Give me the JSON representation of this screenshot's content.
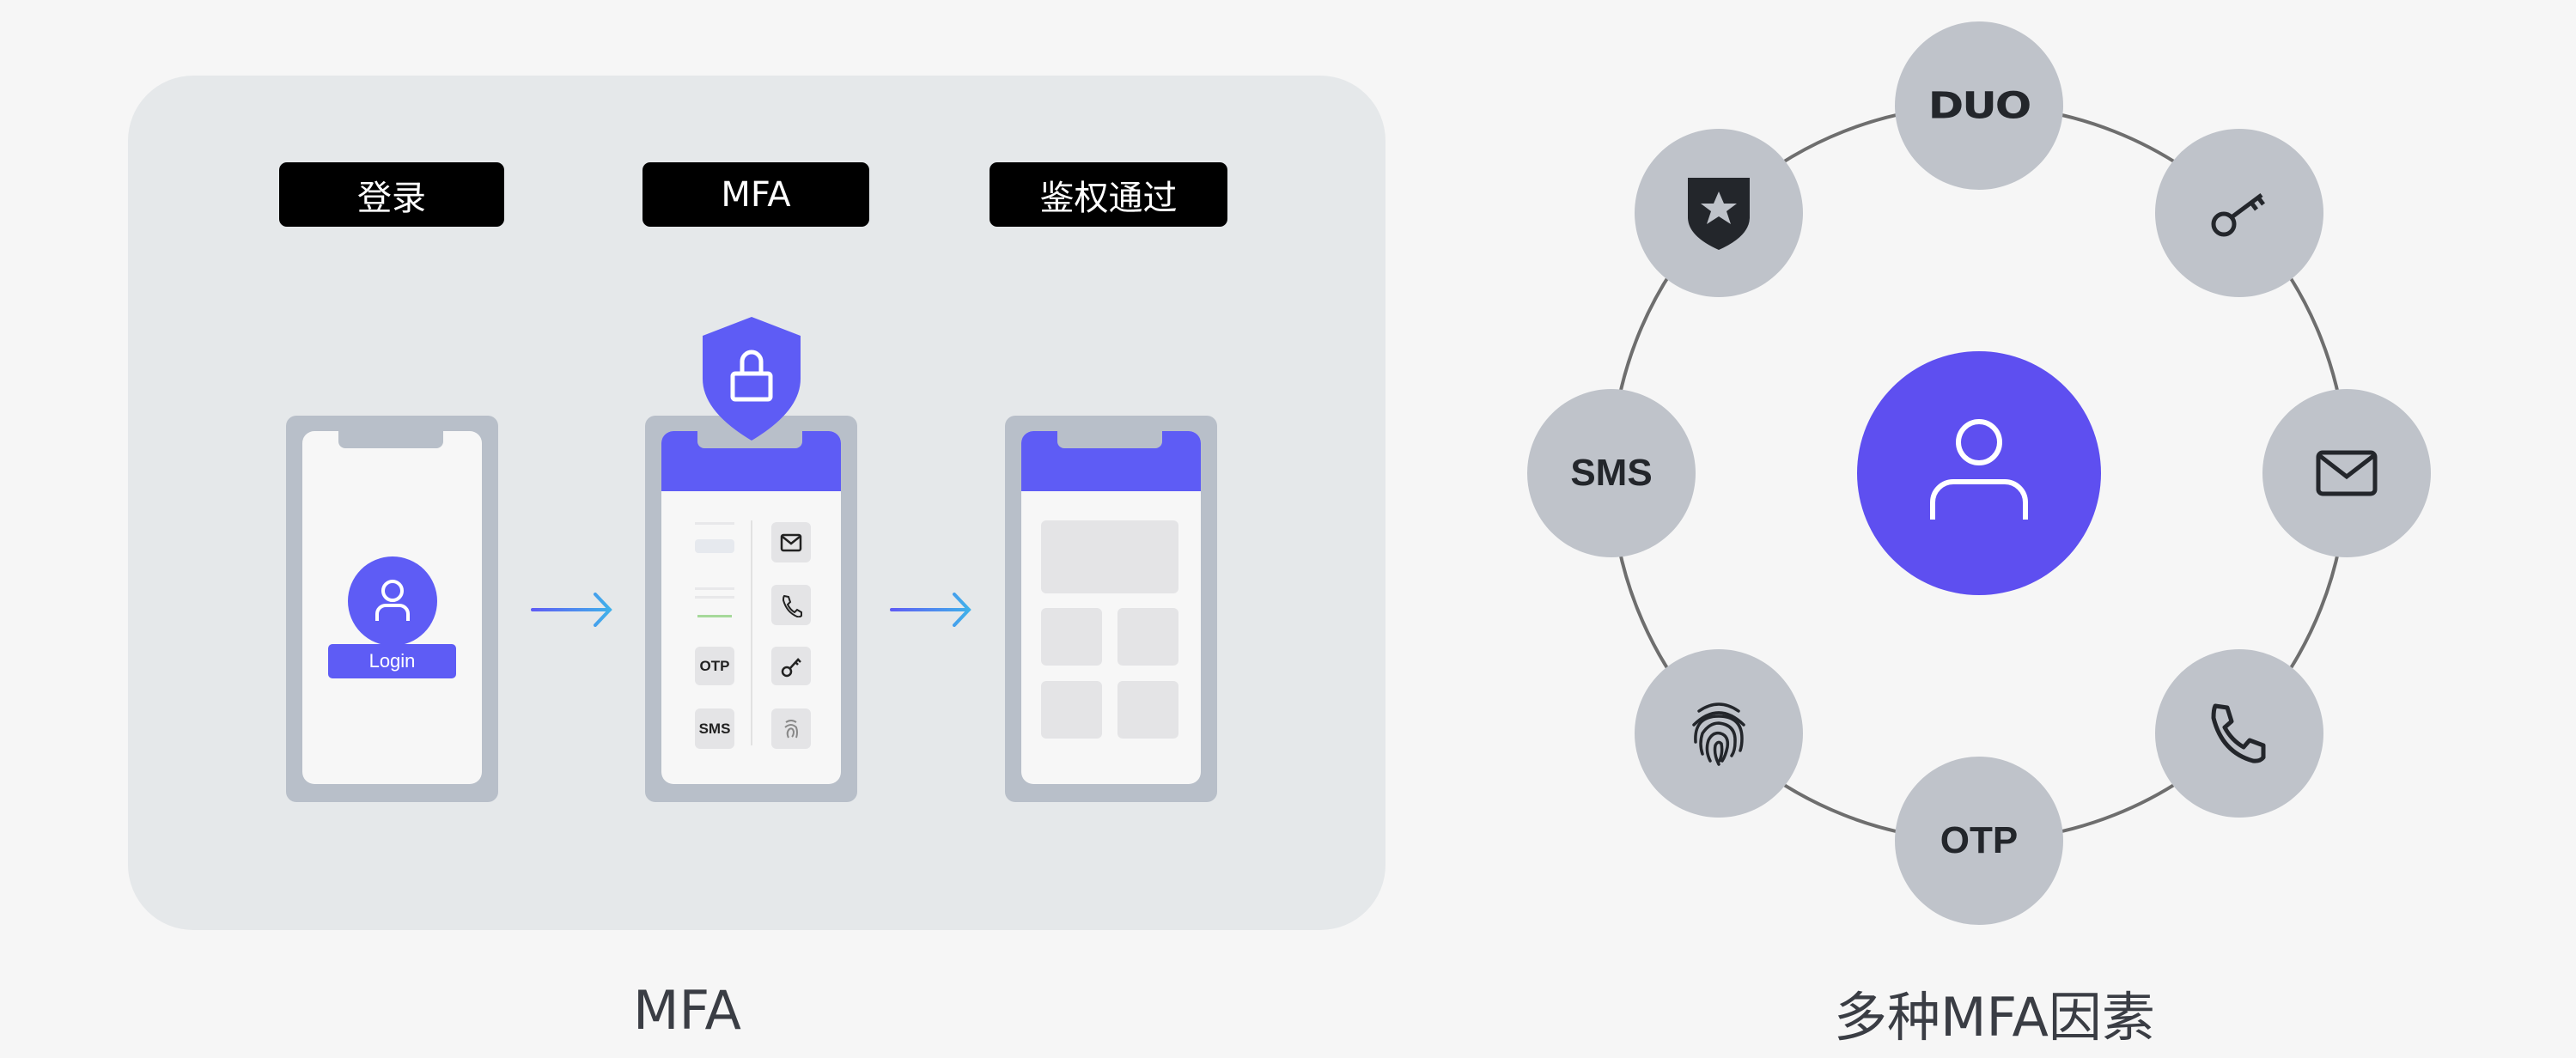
{
  "flow": {
    "steps": [
      "登录",
      "MFA",
      "鉴权通过"
    ],
    "login_button": "Login",
    "factor_tiles": [
      "OTP",
      "SMS"
    ],
    "caption": "MFA"
  },
  "factors": {
    "caption": "多种MFA因素",
    "nodes": [
      "DUO",
      "key-icon",
      "mail-icon",
      "phone-icon",
      "OTP",
      "fingerprint-icon",
      "SMS",
      "shield-star-icon"
    ],
    "labels": {
      "otp": "OTP",
      "sms": "SMS"
    },
    "duo_logo": "DUO"
  },
  "colors": {
    "accent": "#5e5cf5",
    "panel": "#e5e8ea",
    "node": "#bfc3ca"
  }
}
